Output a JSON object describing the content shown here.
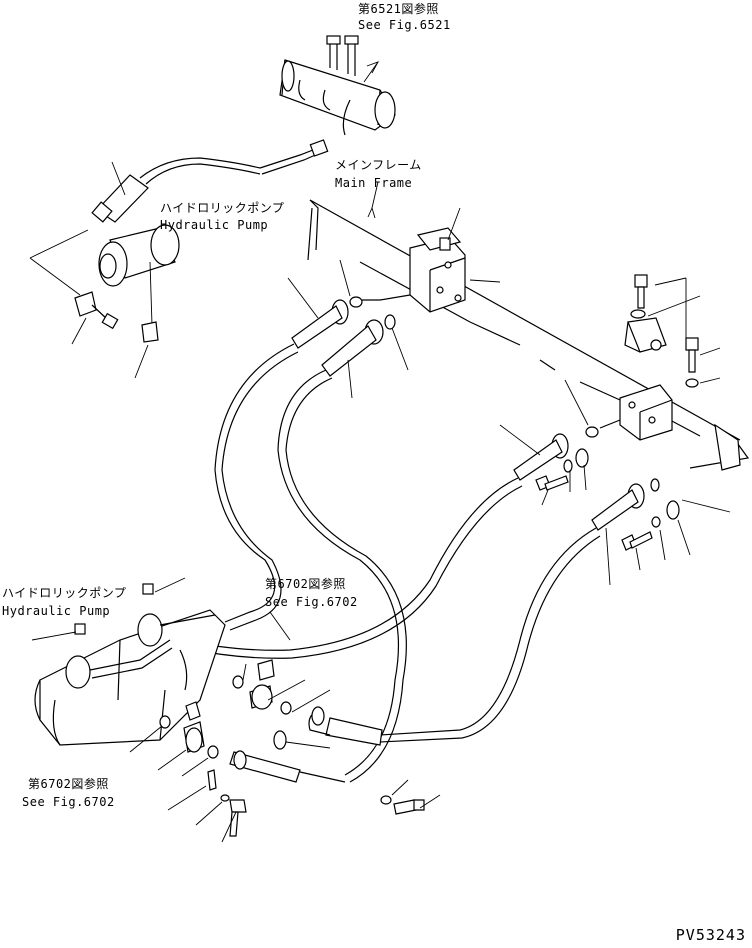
{
  "labels": {
    "fig6521_jp": "第6521図参照",
    "fig6521_en": "See Fig.6521",
    "main_frame_jp": "メインフレーム",
    "main_frame_en": "Main Frame",
    "hyd_pump_top_jp": "ハイドロリックポンプ",
    "hyd_pump_top_en": "Hydraulic Pump",
    "hyd_pump_left_jp": "ハイドロリックポンプ",
    "hyd_pump_left_en": "Hydraulic Pump",
    "fig6702_mid_jp": "第6702図参照",
    "fig6702_mid_en": "See Fig.6702",
    "fig6702_low_jp": "第6702図参照",
    "fig6702_low_en": "See Fig.6702"
  },
  "drawing_code": "PV53243"
}
